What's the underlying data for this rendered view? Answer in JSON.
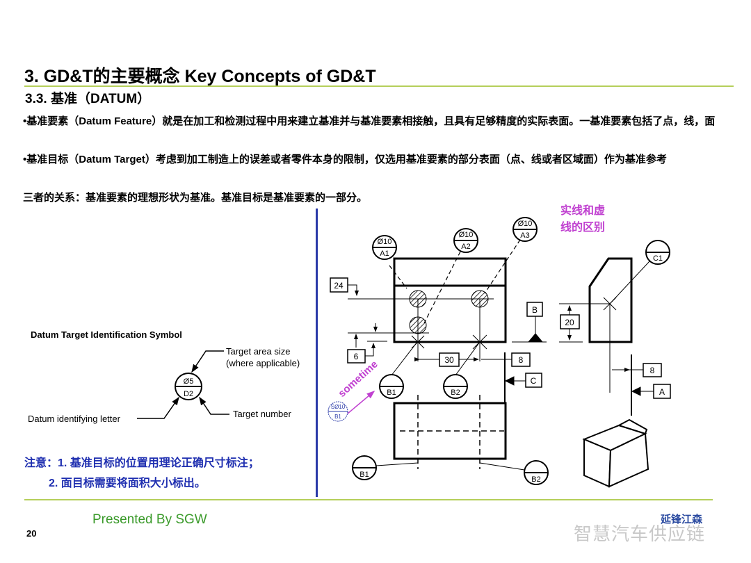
{
  "header": {
    "title": "3. GD&T的主要概念  Key Concepts of GD&T",
    "subtitle": "3.3. 基准（DATUM）"
  },
  "body": {
    "p1": "•基准要素（Datum Feature）就是在加工和检测过程中用来建立基准并与基准要素相接触，且具有足够精度的实际表面。一基准要素包括了点，线，面",
    "p2": "•基准目标（Datum Target）考虑到加工制造上的误差或者零件本身的限制，仅选用基准要素的部分表面（点、线或者区域面）作为基准参考",
    "p3": "三者的关系：基准要素的理想形状为基准。基准目标是基准要素的一部分。"
  },
  "symbol": {
    "title": "Datum Target Identification Symbol",
    "size_label_1": "Target area size",
    "size_label_2": "(where applicable)",
    "top": "Ø5",
    "bottom": "D2",
    "letter_label": "Datum identifying letter",
    "number_label": "Target number"
  },
  "notes": {
    "n1": "注意：1. 基准目标的位置用理论正确尺寸标注；",
    "n2": "2. 面目标需要将面积大小标出。"
  },
  "drawing": {
    "annotation_1": "实线和虚",
    "annotation_2": "线的区别",
    "sometime": "sometime",
    "a1": {
      "top": "Ø10",
      "bottom": "A1"
    },
    "a2": {
      "top": "Ø10",
      "bottom": "A2"
    },
    "a3": {
      "top": "Ø10",
      "bottom": "A3"
    },
    "b1": "B1",
    "b2": "B2",
    "c1": "C1",
    "small": {
      "top": "SØ10",
      "bottom": "B1"
    },
    "dim_24": "24",
    "dim_6": "6",
    "dim_30": "30",
    "dim_8a": "8",
    "dim_20": "20",
    "dim_8b": "8",
    "datum_b": "B",
    "datum_c": "C",
    "datum_a": "A"
  },
  "footer": {
    "presented": "Presented By SGW",
    "page": "20",
    "watermark": "智慧汽车供应链",
    "logo": "延锋江森"
  },
  "colors": {
    "accent_line": "#b5cf5a",
    "note_blue": "#1f2fb0",
    "pink": "#c040d0",
    "divider_blue": "#2a3aa8",
    "presented_green": "#3a9a2a"
  }
}
